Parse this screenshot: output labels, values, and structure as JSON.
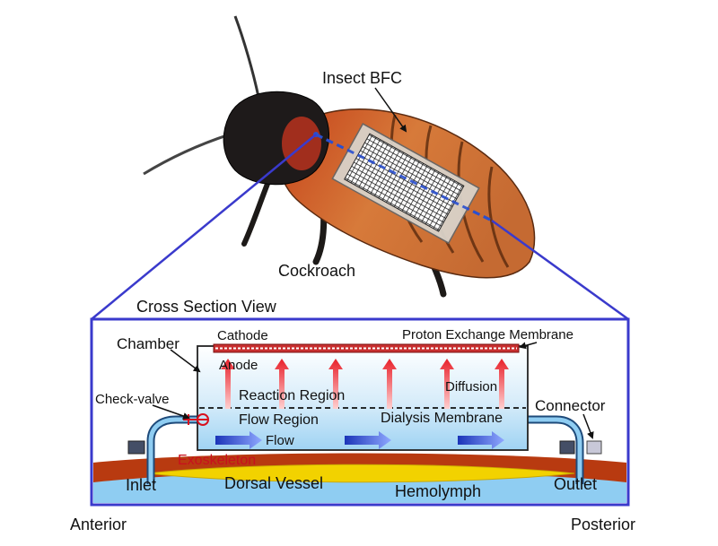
{
  "labels": {
    "insect_bfc": "Insect BFC",
    "cockroach": "Cockroach",
    "cross_section": "Cross Section View",
    "chamber": "Chamber",
    "cathode": "Cathode",
    "pem": "Proton Exchange Membrane",
    "anode": "Anode",
    "reaction_region": "Reaction Region",
    "diffusion": "Diffusion",
    "check_valve": "Check-valve",
    "flow_region": "Flow Region",
    "dialysis_membrane": "Dialysis Membrane",
    "connector": "Connector",
    "flow": "Flow",
    "exoskeleton": "Exoskeleton",
    "inlet": "Inlet",
    "dorsal_vessel": "Dorsal Vessel",
    "hemolymph": "Hemolymph",
    "outlet": "Outlet",
    "anterior": "Anterior",
    "posterior": "Posterior"
  },
  "colors": {
    "frame": "#3a3acc",
    "exoskeleton": "#b83a10",
    "hemolymph": "#8fcdf2",
    "dorsal_vessel": "#f2d200",
    "arrow_red": "#e8202a",
    "arrow_blue": "#2a4fcf",
    "cathode": "#c83030"
  }
}
